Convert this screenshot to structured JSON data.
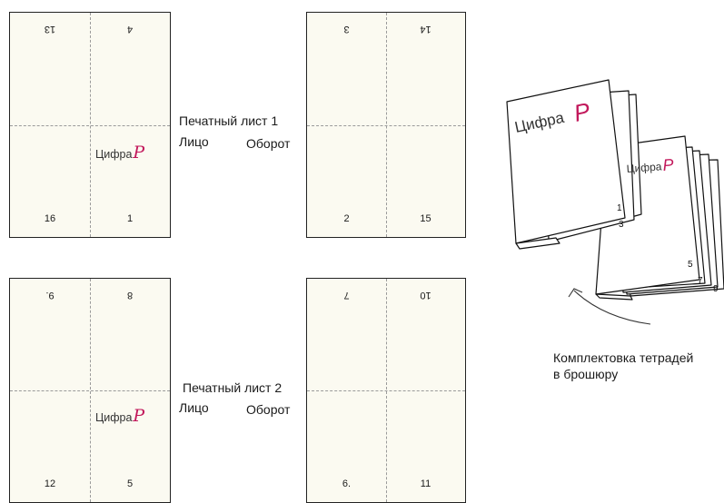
{
  "logo": {
    "text": "Цифра",
    "mark": "P"
  },
  "sheets": [
    {
      "title": "Печатный лист 1",
      "front_label": "Лицо",
      "back_label": "Оборот",
      "front": {
        "top_left": "13",
        "top_right": "4",
        "bottom_left": "16",
        "bottom_right": "1"
      },
      "back": {
        "top_left": "3",
        "top_right": "14",
        "bottom_left": "2",
        "bottom_right": "15"
      }
    },
    {
      "title": "Печатный лист 2",
      "front_label": "Лицо",
      "back_label": "Оборот",
      "front": {
        "top_left": "9.",
        "top_right": "8",
        "bottom_left": "12",
        "bottom_right": "5"
      },
      "back": {
        "top_left": "7",
        "top_right": "10",
        "bottom_left": "6.",
        "bottom_right": "11"
      }
    }
  ],
  "brochure": {
    "page_numbers": [
      "1",
      "3",
      "5",
      "7",
      "9"
    ],
    "caption_line1": "Комплектовка тетрадей",
    "caption_line2": "в брошюру"
  },
  "colors": {
    "paper": "#fbfaf1",
    "accent": "#c2185b",
    "fold_line": "#9a9a9a"
  }
}
